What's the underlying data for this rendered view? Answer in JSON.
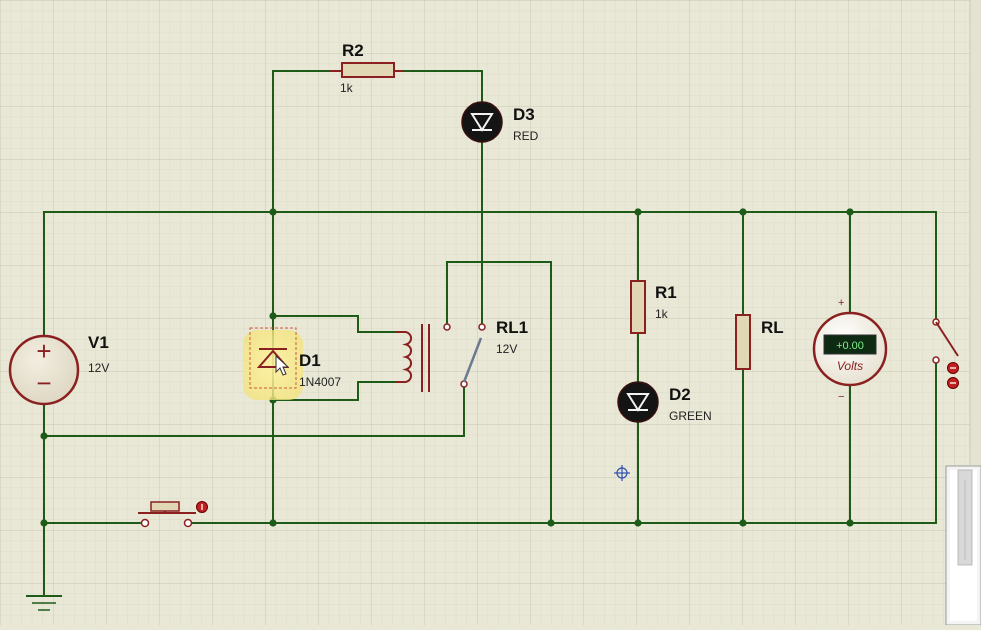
{
  "components": {
    "r2": {
      "ref": "R2",
      "value": "1k"
    },
    "d3": {
      "ref": "D3",
      "value": "RED"
    },
    "v1": {
      "ref": "V1",
      "value": "12V"
    },
    "d1": {
      "ref": "D1",
      "value": "1N4007"
    },
    "rl1": {
      "ref": "RL1",
      "value": "12V"
    },
    "r1": {
      "ref": "R1",
      "value": "1k"
    },
    "d2": {
      "ref": "D2",
      "value": "GREEN"
    },
    "rl": {
      "ref": "RL"
    },
    "voltmeter": {
      "unit": "Volts",
      "reading": "+0.00",
      "plus": "+",
      "minus": "−"
    },
    "v1_symbols": {
      "plus": "+",
      "minus": "−"
    }
  },
  "colors": {
    "wire": "#1e5a18",
    "component": "#8a2020",
    "background": "#e9e8d6",
    "grid": "#d5d4c1",
    "selection": "#f7e98a"
  }
}
